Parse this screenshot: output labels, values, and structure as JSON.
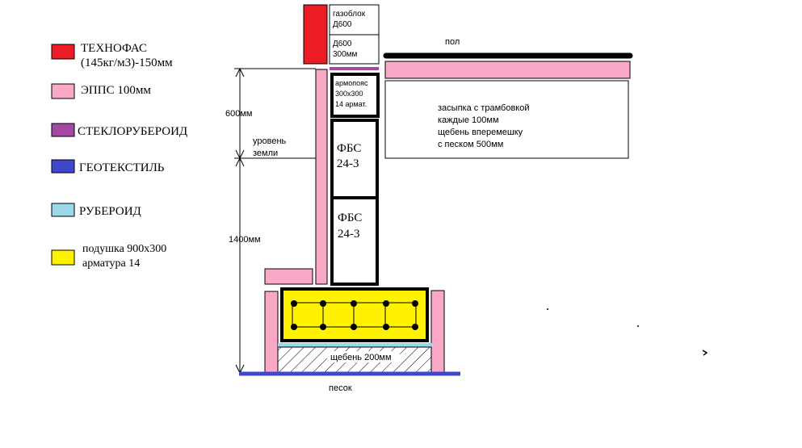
{
  "legend": {
    "items": [
      {
        "line1": "ТЕХНОФАС",
        "line2": "(145кг/м3)-150мм",
        "color": "#ed1c24"
      },
      {
        "line1": "ЭППС 100мм",
        "line2": "",
        "color": "#f9a8c8"
      },
      {
        "line1": "СТЕКЛОРУБЕРОИД",
        "line2": "",
        "color": "#a349a4"
      },
      {
        "line1": "ГЕОТЕКСТИЛЬ",
        "line2": "",
        "color": "#3f48cc"
      },
      {
        "line1": "РУБЕРОИД",
        "line2": "",
        "color": "#99d9ea"
      },
      {
        "line1": "подушка 900х300",
        "line2": "арматура 14",
        "color": "#fff200"
      }
    ]
  },
  "labels": {
    "gazoblock_1": "газоблок",
    "gazoblock_2": "Д600",
    "gazoblock_size_1": "Д600",
    "gazoblock_size_2": "300мм",
    "floor": "пол",
    "armopoyas_1": "армопояс",
    "armopoyas_2": "300х300",
    "armopoyas_3": "14 армат.",
    "backfill_1": "засыпка с трамбовкой",
    "backfill_2": "каждые 100мм",
    "backfill_3": "щебень вперемешку",
    "backfill_4": "с песком 500мм",
    "dim_600": "600мм",
    "ground_1": "уровень",
    "ground_2": "земли",
    "dim_1400": "1400мм",
    "fbs_upper_1": "ФБС",
    "fbs_upper_2": "24-3",
    "fbs_lower_1": "ФБС",
    "fbs_lower_2": "24-3",
    "gravel": "щебень 200мм",
    "sand": "песок"
  },
  "colors": {
    "technofas": "#ed1c24",
    "epps": "#f9a8c8",
    "steklorub": "#a349a4",
    "geotextile": "#3f48cc",
    "ruberoid": "#99d9ea",
    "cushion": "#fff200",
    "line": "#000000"
  }
}
